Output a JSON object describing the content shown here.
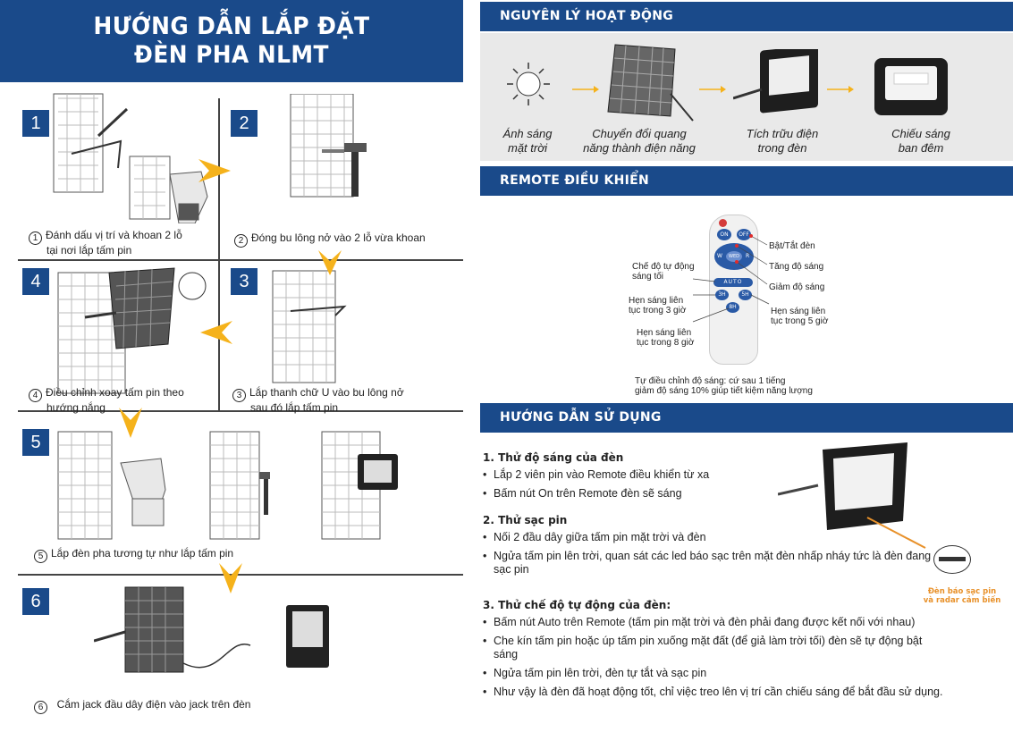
{
  "title": {
    "line1": "HƯỚNG DẪN LẮP ĐẶT",
    "line2": "ĐÈN PHA NLMT"
  },
  "steps": [
    {
      "num": "1",
      "circle": "①",
      "caption_line1": "Đánh dấu vị trí và khoan 2 lỗ",
      "caption_line2": "tại nơi lắp tấm pin"
    },
    {
      "num": "2",
      "circle": "②",
      "caption_line1": "Đóng bu lông nở vào 2 lỗ vừa khoan"
    },
    {
      "num": "3",
      "circle": "③",
      "caption_line1": "Lắp thanh chữ U vào bu lông nở",
      "caption_line2": "sau đó lắp tấm pin"
    },
    {
      "num": "4",
      "circle": "④",
      "caption_line1": "Điều chỉnh xoay tấm pin theo",
      "caption_line2": "hướng nắng"
    },
    {
      "num": "5",
      "circle": "⑤",
      "caption_line1": "Lắp đèn pha tương tự như lắp tấm pin"
    },
    {
      "num": "6",
      "circle": "⑥",
      "caption_line1": "Cắm jack đầu dây điện vào jack trên đèn"
    }
  ],
  "principle": {
    "heading": "NGUYÊN LÝ HOẠT ĐỘNG",
    "items": [
      {
        "l1": "Ánh sáng",
        "l2": "mặt trời"
      },
      {
        "l1": "Chuyển đổi quang",
        "l2": "năng thành điện năng"
      },
      {
        "l1": "Tích trữu điện",
        "l2": "trong đèn"
      },
      {
        "l1": "Chiếu sáng",
        "l2": "ban đêm"
      }
    ]
  },
  "remote": {
    "heading": "REMOTE ĐIỀU KHIỂN",
    "buttons": {
      "on": "ON",
      "off": "OFF",
      "auto": "AUTO",
      "h3": "3H",
      "h5": "5H",
      "h8": "8H",
      "w": "W",
      "mid": "WED",
      "r": "R"
    },
    "labels": {
      "onoff": "Bật/Tắt đèn",
      "up": "Tăng độ sáng",
      "down": "Giảm độ sáng",
      "auto_l1": "Chế độ tự động",
      "auto_l2": "sáng tối",
      "h3_l1": "Hẹn sáng liên",
      "h3_l2": "tục trong 3 giờ",
      "h5_l1": "Hẹn sáng liên",
      "h5_l2": "tục trong 5 giờ",
      "h8_l1": "Hẹn sáng liên",
      "h8_l2": "tục trong 8 giờ"
    },
    "note_l1": "Tự điều chỉnh độ sáng: cứ sau 1 tiếng",
    "note_l2": "giảm độ sáng 10% giúp tiết kiệm năng lượng"
  },
  "usage": {
    "heading": "HƯỚNG DẪN SỬ DỤNG",
    "s1": {
      "title": "1. Thử độ sáng của đèn",
      "items": [
        "Lắp 2 viên pin vào Remote điều khiển từ xa",
        "Bấm nút On trên Remote đèn sẽ sáng"
      ]
    },
    "s2": {
      "title": "2. Thử sạc pin",
      "items": [
        "Nối 2 đầu dây giữa tấm pin mặt trời và đèn",
        "Ngửa tấm pin lên trời, quan sát các led báo sạc trên mặt đèn nhấp nháy tức là đèn đang sạc pin"
      ]
    },
    "s3": {
      "title": "3. Thử chế độ tự động của đèn:",
      "items": [
        "Bấm nút Auto trên Remote (tấm pin mặt trời và đèn phải đang được kết nối với nhau)",
        "Che kín tấm pin hoặc úp tấm pin xuống mặt đất (để giả làm trời tối) đèn sẽ tự động  bật sáng",
        "Ngửa tấm pin lên trời, đèn tự tắt và sạc pin",
        "Như vậy là đèn đã hoạt động tốt, chỉ việc treo lên vị trí cần chiếu sáng để bắt đầu sử dụng."
      ]
    },
    "led_label_l1": "Đèn báo sạc pin",
    "led_label_l2": "và radar cảm biến"
  },
  "colors": {
    "brand": "#1a4a8a",
    "accent": "#f5b21b",
    "orange": "#e8912a"
  }
}
